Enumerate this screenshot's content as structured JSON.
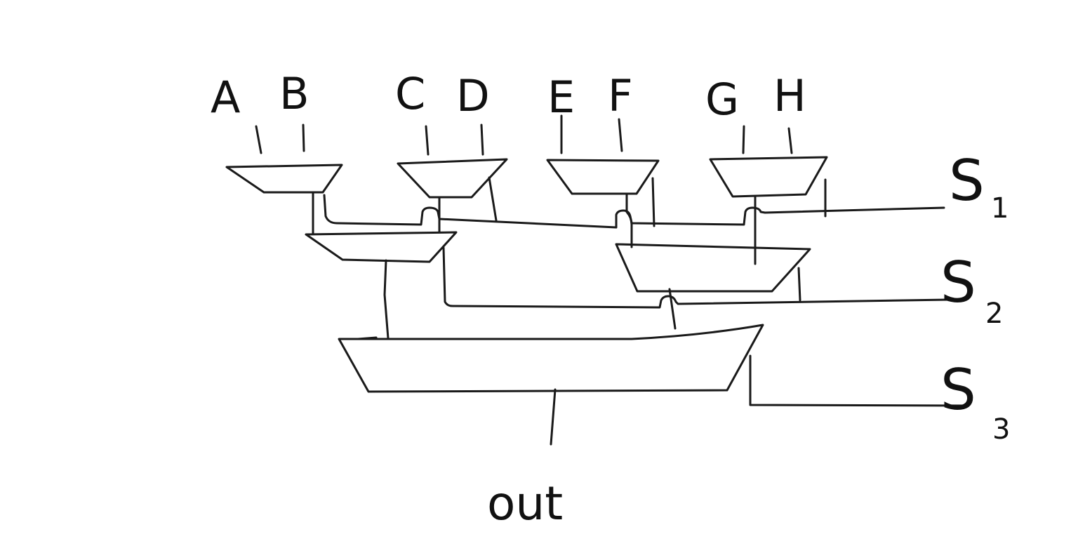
{
  "diagram": {
    "inputs": [
      "A",
      "B",
      "C",
      "D",
      "E",
      "F",
      "G",
      "H"
    ],
    "selects": [
      {
        "letter": "S",
        "index": "1"
      },
      {
        "letter": "S",
        "index": "2"
      },
      {
        "letter": "S",
        "index": "3"
      }
    ],
    "output": "out"
  },
  "colors": {
    "ink": "#1a1a1a",
    "background": "#ffffff"
  }
}
